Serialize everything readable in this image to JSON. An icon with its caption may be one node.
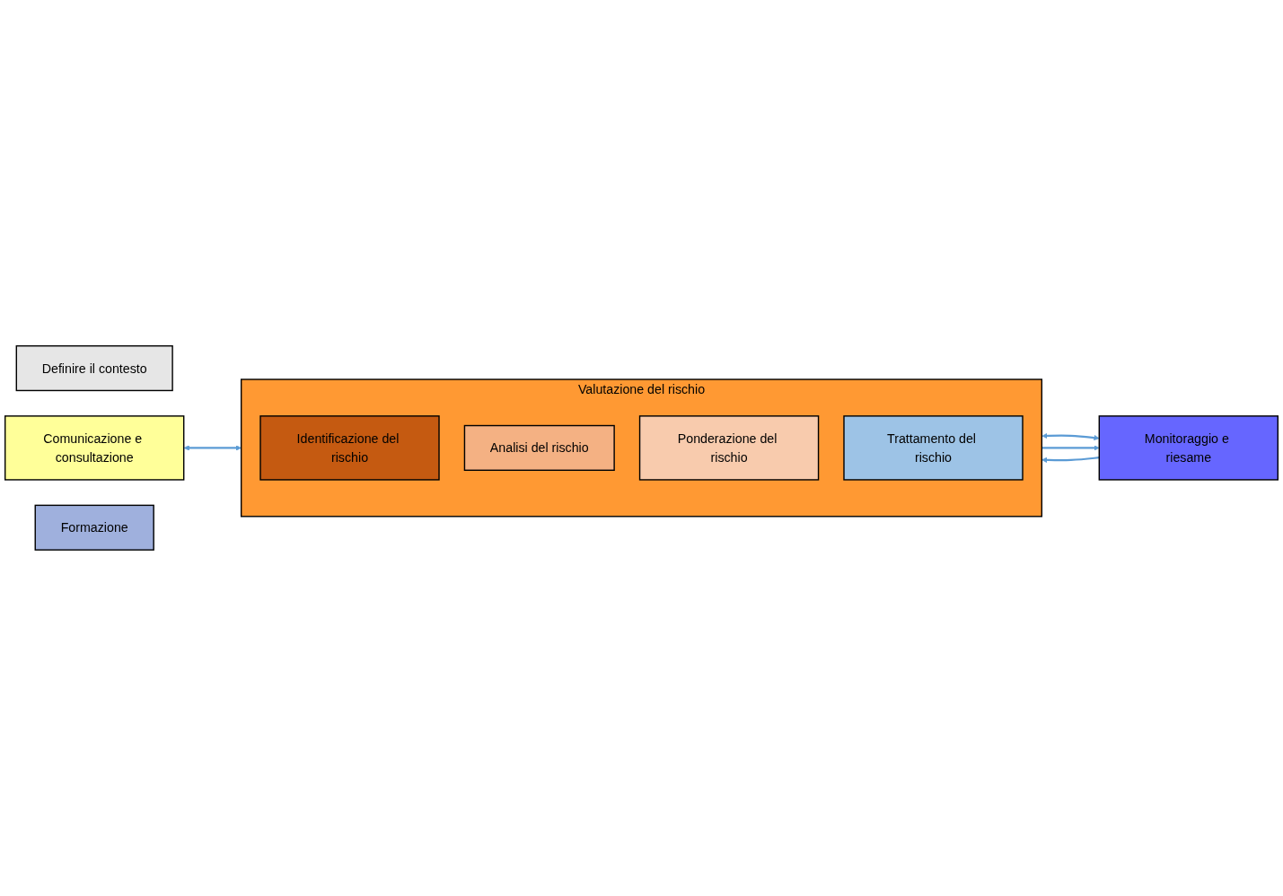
{
  "diagram": {
    "nodes": [
      {
        "text": [
          "Definire il contesto"
        ]
      },
      {
        "text": [
          "Comunicazione e consultazione"
        ]
      },
      {
        "text": [
          "Valutazione del rischio"
        ]
      },
      {
        "text": [
          "Identificazione del rischio"
        ],
        "in": 2
      },
      {
        "text": [
          "Analisi del rischio"
        ],
        "in": 2
      },
      {
        "text": [
          "Ponderazione del rischio"
        ],
        "in": 2
      },
      {
        "text": [
          "Trattamento del rischio"
        ],
        "in": 2
      },
      {
        "text": [
          "Monitoraggio e riesame"
        ]
      },
      {
        "text": [
          "Formazione"
        ]
      }
    ],
    "edges": [
      {
        "from": 1,
        "to": 2,
        "arrow": "both"
      },
      {
        "from": 2,
        "to": 7,
        "arrow": "both"
      },
      {
        "from": 7,
        "to": 2,
        "arrow": "to"
      },
      {
        "from": 2,
        "to": 7,
        "arrow": "to"
      }
    ]
  }
}
